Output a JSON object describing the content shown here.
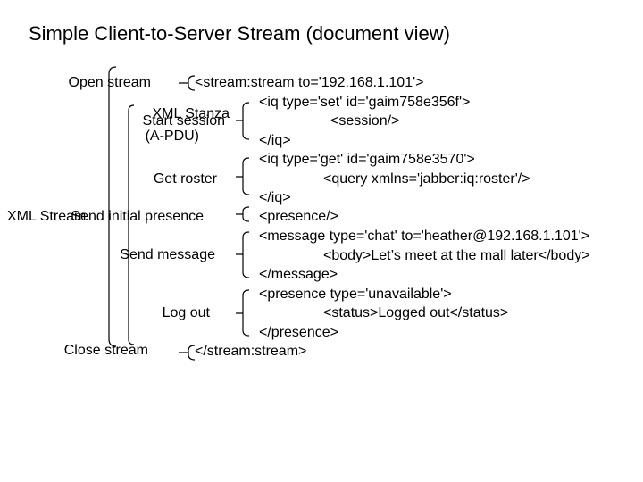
{
  "title": "Simple Client-to-Server Stream (document view)",
  "labels": {
    "open_stream": "Open stream",
    "xml_stanza": "XML Stanza",
    "a_pdu": "(A-PDU)",
    "start_session": "Start session",
    "get_roster": "Get roster",
    "xml_stream": "XML Stream",
    "send_initial_presence": "Send initial presence",
    "send_message": "Send message",
    "log_out": "Log out",
    "close_stream": "Close stream"
  },
  "xml_lines": [
    "<stream:stream to='192.168.1.101'>",
    "<iq type='set' id='gaim758e356f'>",
    "<session/>",
    "</iq>",
    "<iq type='get' id='gaim758e3570'>",
    "<query xmlns='jabber:iq:roster'/>",
    "</iq>",
    "<presence/>",
    "<message type='chat' to='heather@192.168.1.101'>",
    "<body>Let’s meet at the mall later</body>",
    "</message>",
    "<presence type='unavailable'>",
    "<status>Logged out</status>",
    "</presence>",
    "</stream:stream>"
  ]
}
